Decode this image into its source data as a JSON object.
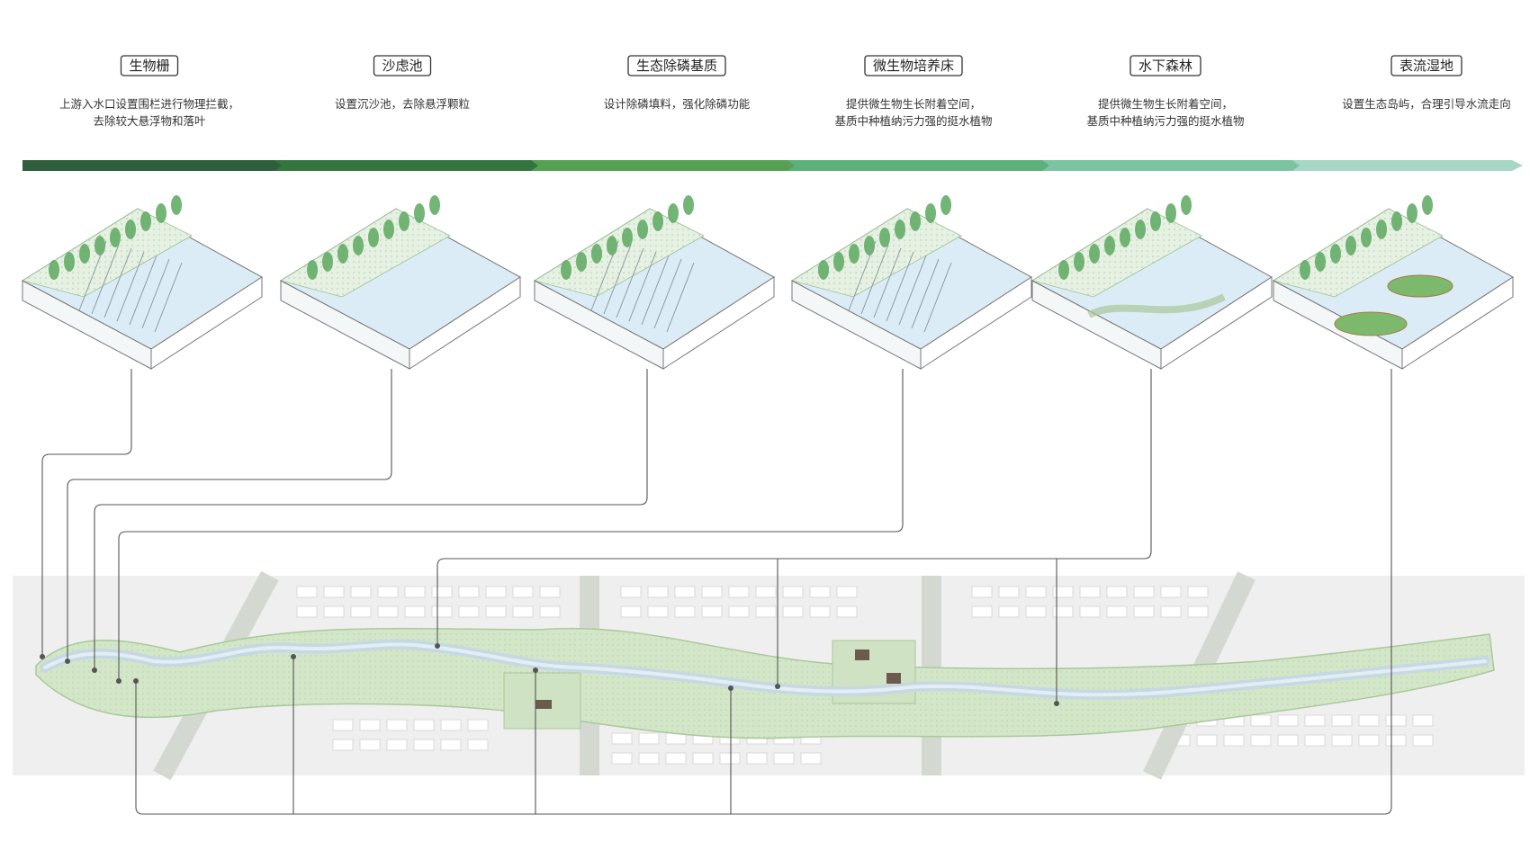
{
  "stages": [
    {
      "title": "生物栅",
      "desc": [
        "上游入水口设置围栏进行物理拦截，",
        "去除较大悬浮物和落叶"
      ]
    },
    {
      "title": "沙虑池",
      "desc": [
        "设置沉沙池，去除悬浮颗粒"
      ]
    },
    {
      "title": "生态除磷基质",
      "desc": [
        "设计除磷填料，强化除磷功能"
      ]
    },
    {
      "title": "微生物培养床",
      "desc": [
        "提供微生物生长附着空间，",
        "基质中种植纳污力强的挺水植物"
      ]
    },
    {
      "title": "水下森林",
      "desc": [
        "提供微生物生长附着空间，",
        "基质中种植纳污力强的挺水植物"
      ]
    },
    {
      "title": "表流湿地",
      "desc": [
        "设置生态岛屿，合理引导水流走向"
      ]
    }
  ],
  "colors": {
    "arrow": [
      "#2f5e3c",
      "#34743f",
      "#57a052",
      "#5cb07a",
      "#7cc3a2",
      "#a6d8c5"
    ],
    "tree": "#5aa85f",
    "water": "#dcecf6",
    "ground": "#e6f1e3",
    "connector": "#555555"
  }
}
